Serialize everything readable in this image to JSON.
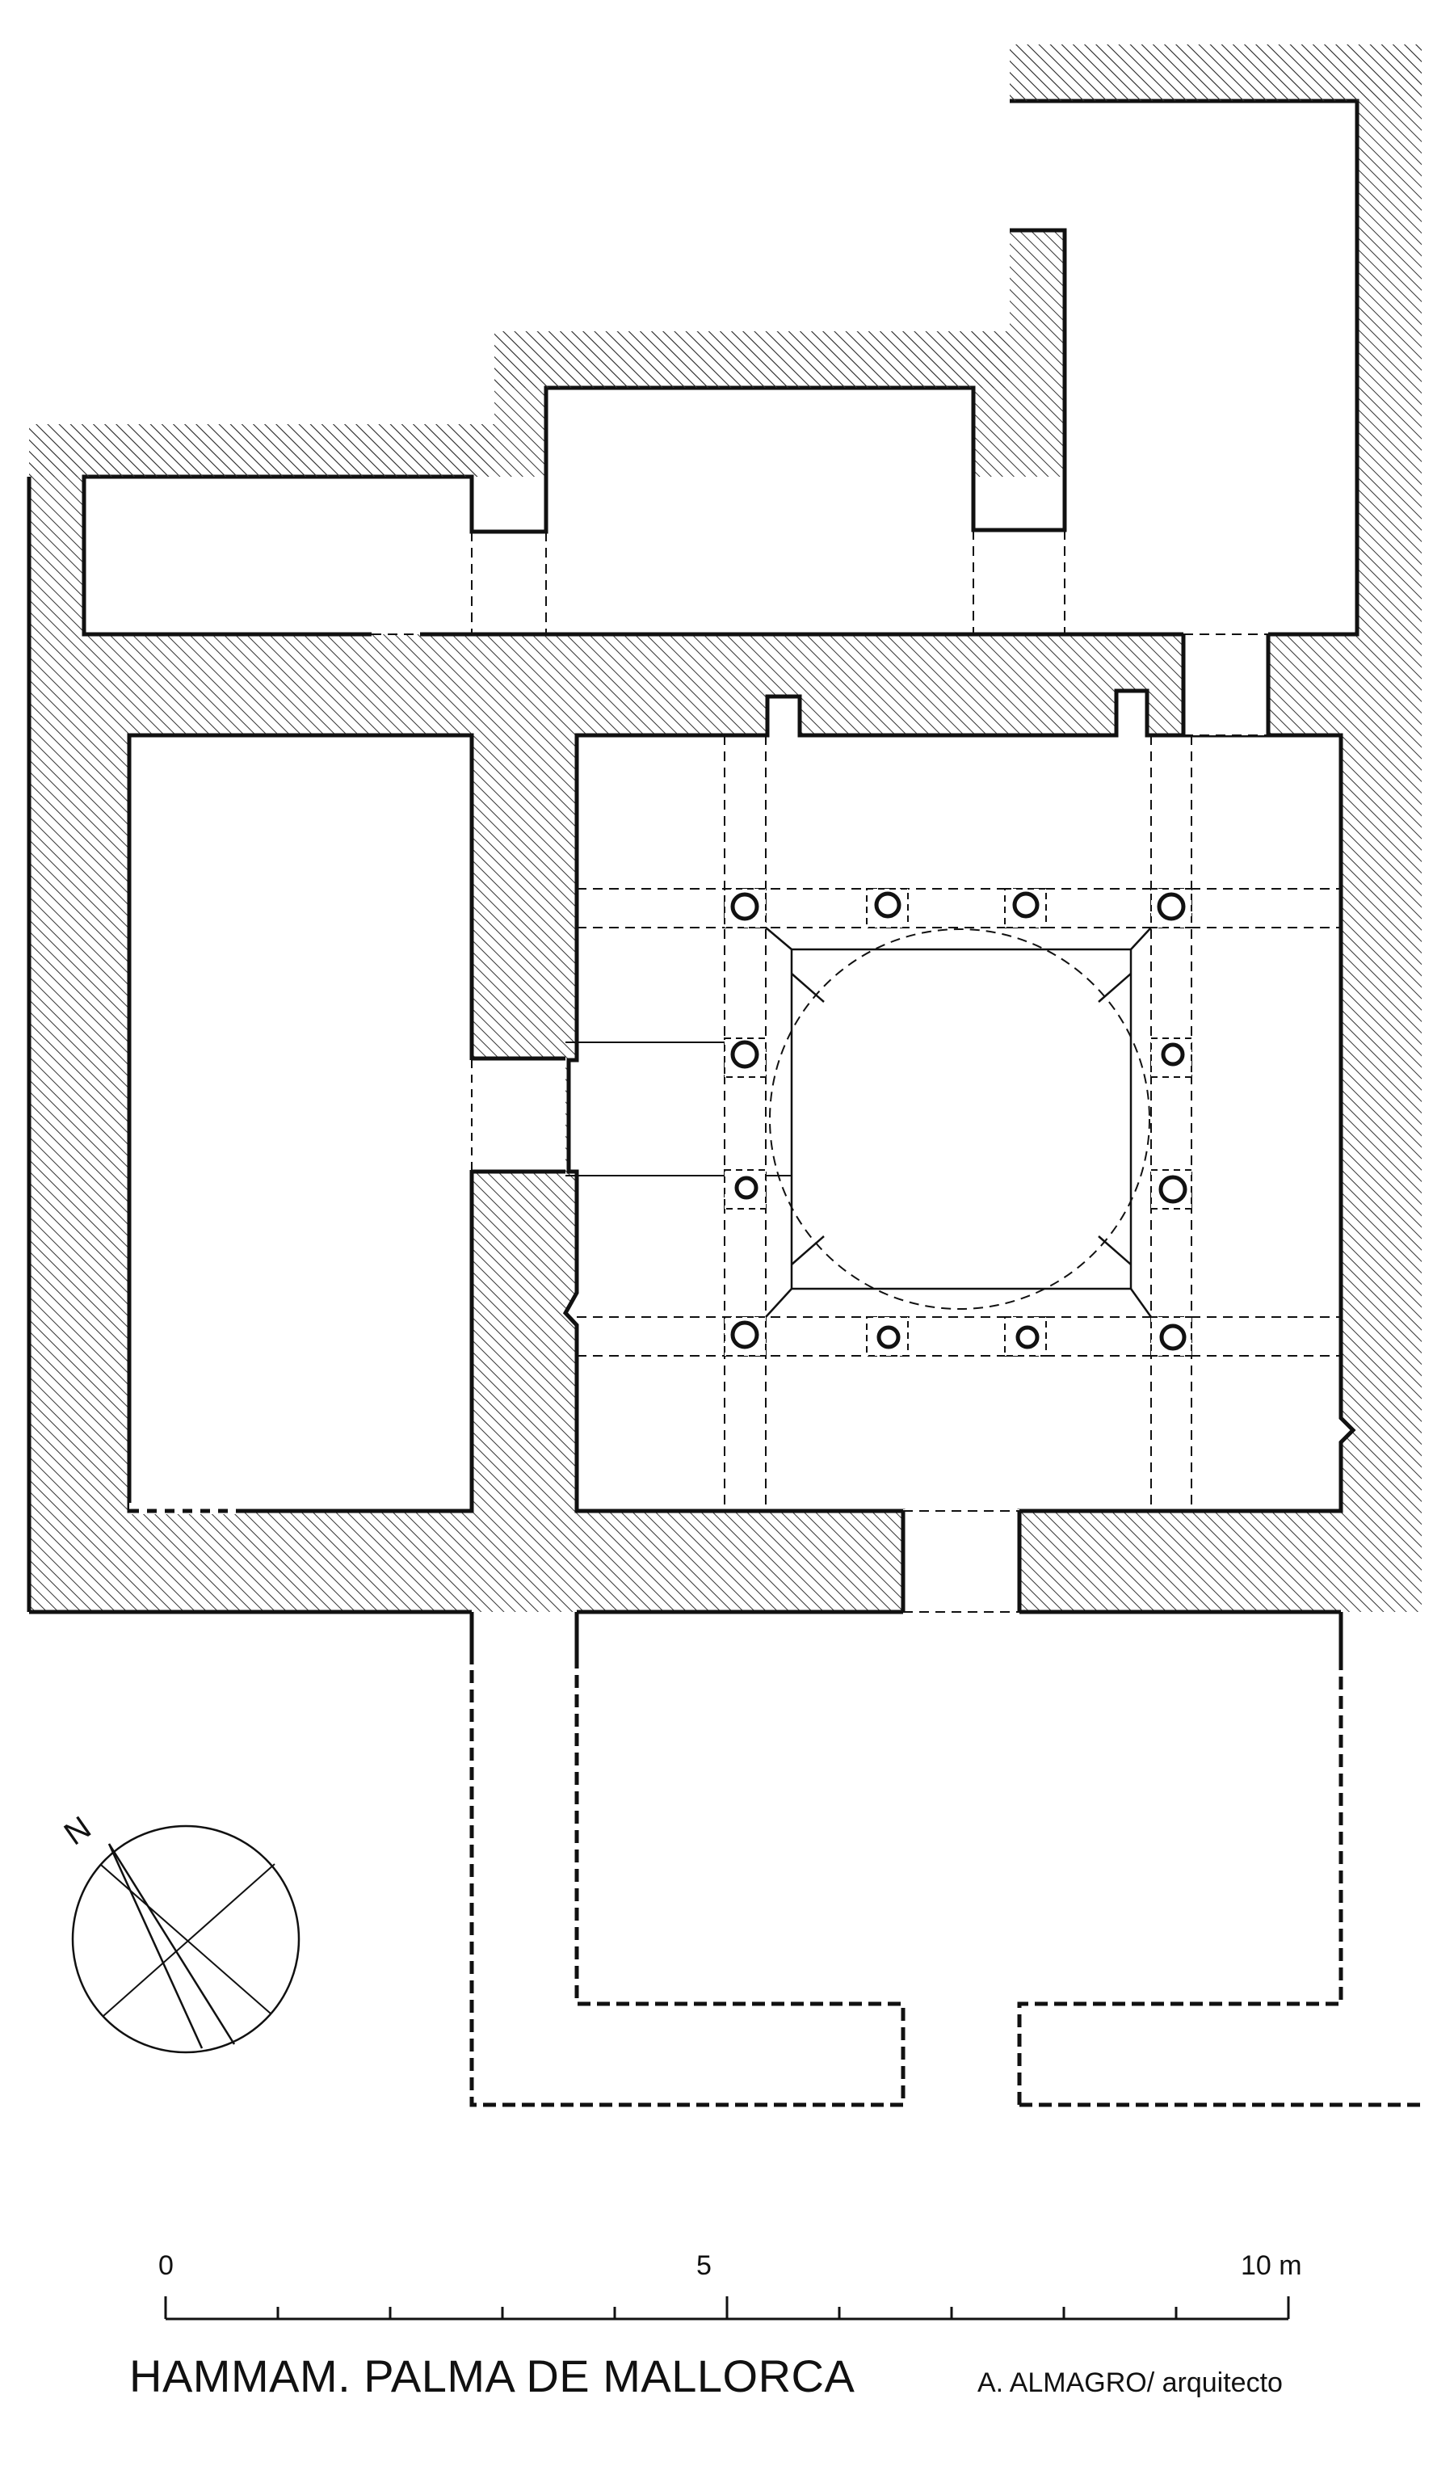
{
  "drawing": {
    "title": "HAMMAM. PALMA DE MALLORCA",
    "author": "A. ALMAGRO/ arquitecto"
  },
  "scale_bar": {
    "unit": "m",
    "labels": [
      "0",
      "5",
      "10 m"
    ],
    "range_m": [
      0,
      10
    ],
    "minor_divisions": 10
  },
  "compass": {
    "north_label": "N",
    "icon": "north-arrow-icon"
  },
  "colors": {
    "ink": "#111111",
    "hatch": "#333333",
    "background": "#ffffff"
  }
}
